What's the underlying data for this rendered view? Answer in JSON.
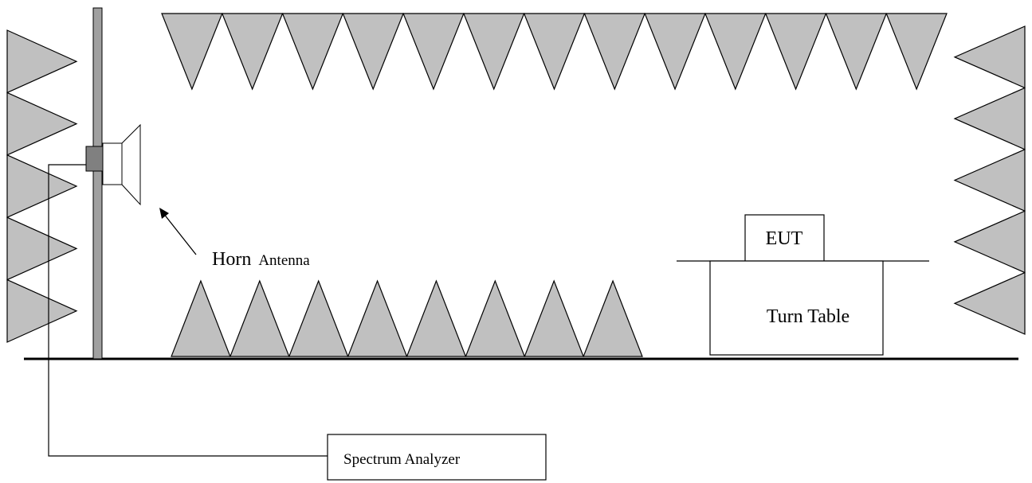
{
  "diagram": {
    "labels": {
      "horn_main": "Horn",
      "horn_sub": "Antenna",
      "eut": "EUT",
      "turn_table": "Turn Table",
      "spectrum_analyzer": "Spectrum Analyzer"
    },
    "colors": {
      "absorber_fill": "#c0c0c0",
      "mast_fill": "#a0a0a0",
      "mount_fill": "#808080",
      "line": "#000000",
      "background": "#ffffff"
    },
    "absorbers": {
      "ceiling_count": 13,
      "floor_count": 8,
      "left_wall_count": 5,
      "right_wall_count": 5
    }
  }
}
